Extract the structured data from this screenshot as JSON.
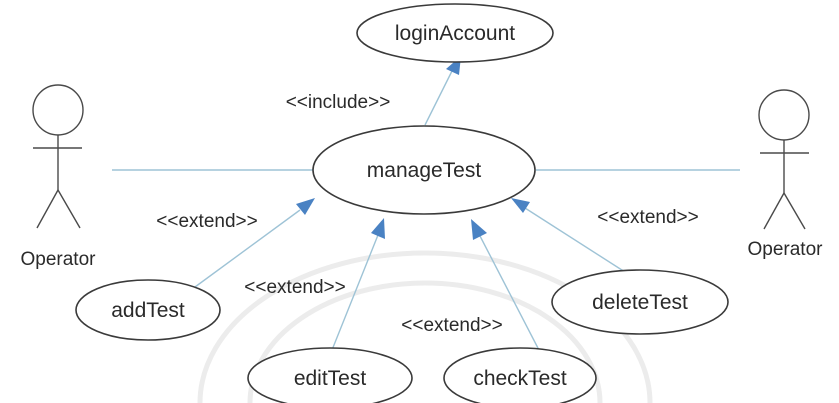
{
  "diagram": {
    "actors": {
      "left": "Operator",
      "right": "Operator"
    },
    "usecases": {
      "login": "loginAccount",
      "manage": "manageTest",
      "add": "addTest",
      "edit": "editTest",
      "check": "checkTest",
      "delete": "deleteTest"
    },
    "stereotypes": {
      "include": "<<include>>",
      "extend_add": "<<extend>>",
      "extend_edit": "<<extend>>",
      "extend_check": "<<extend>>",
      "extend_delete": "<<extend>>"
    }
  }
}
